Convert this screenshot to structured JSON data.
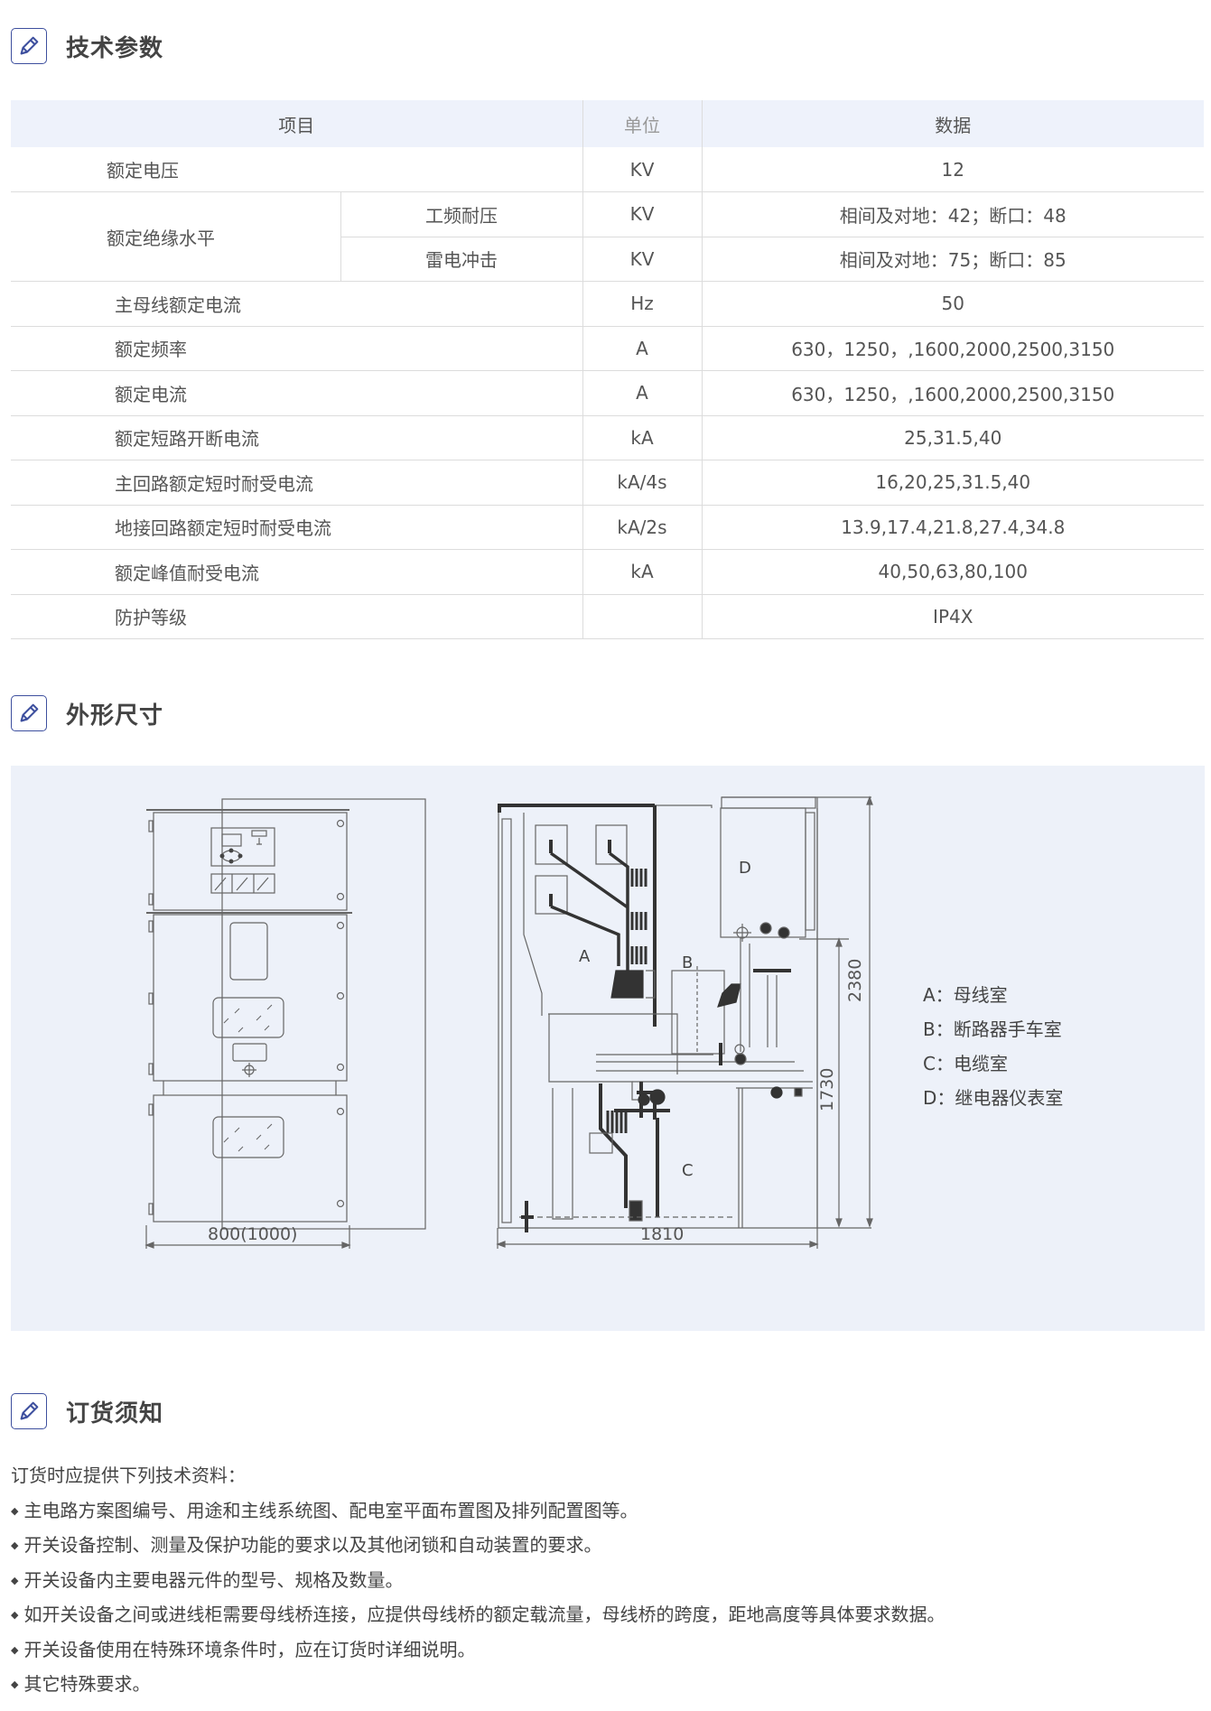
{
  "sections": {
    "tech": "技术参数",
    "dims": "外形尺寸",
    "order": "订货须知"
  },
  "table": {
    "headers": [
      "项目",
      "单位",
      "数据"
    ],
    "rows": [
      {
        "item": "额定电压",
        "unit": "KV",
        "value": "12"
      },
      {
        "item": "额定绝缘水平",
        "sub": "工频耐压",
        "unit": "KV",
        "value": "相间及对地：42；断口：48"
      },
      {
        "sub": "雷电冲击",
        "unit": "KV",
        "value": "相间及对地：75；断口：85"
      },
      {
        "item": "主母线额定电流",
        "unit": "Hz",
        "value": "50"
      },
      {
        "item": "额定频率",
        "unit": "A",
        "value": "630，1250，,1600,2000,2500,3150"
      },
      {
        "item": "额定电流",
        "unit": "A",
        "value": "630，1250，,1600,2000,2500,3150"
      },
      {
        "item": "额定短路开断电流",
        "unit": "kA",
        "value": "25,31.5,40"
      },
      {
        "item": "主回路额定短时耐受电流",
        "unit": "kA/4s",
        "value": "16,20,25,31.5,40"
      },
      {
        "item": "地接回路额定短时耐受电流",
        "unit": "kA/2s",
        "value": "13.9,17.4,21.8,27.4,34.8"
      },
      {
        "item": "额定峰值耐受电流",
        "unit": "kA",
        "value": "40,50,63,80,100"
      },
      {
        "item": "防护等级",
        "unit": "",
        "value": "IP4X"
      }
    ]
  },
  "diagram": {
    "front_width": "800(1000)",
    "side_depth": "1810",
    "height_total": "2380",
    "height_lower": "1730",
    "labels": [
      "A",
      "B",
      "C",
      "D"
    ],
    "legend": [
      "A：母线室",
      "B：断路器手车室",
      "C：电缆室",
      "D：继电器仪表室"
    ]
  },
  "order": {
    "intro": "订货时应提供下列技术资料：",
    "items": [
      "主电路方案图编号、用途和主线系统图、配电室平面布置图及排列配置图等。",
      "开关设备控制、测量及保护功能的要求以及其他闭锁和自动装置的要求。",
      "开关设备内主要电器元件的型号、规格及数量。",
      "如开关设备之间或进线柜需要母线桥连接，应提供母线桥的额定载流量，母线桥的跨度，距地高度等具体要求数据。",
      "开关设备使用在特殊环境条件时，应在订货时详细说明。",
      "其它特殊要求。"
    ]
  },
  "colors": {
    "accent": "#3d4f9e",
    "header_bg": "#eef2fb",
    "diagram_bg": "#edf1f9"
  }
}
